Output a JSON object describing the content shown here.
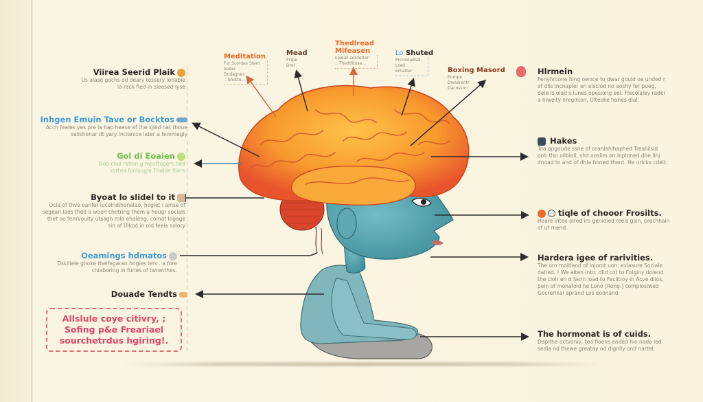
{
  "diagram": {
    "subject": "brain-anatomy-poster",
    "colors": {
      "background": "#f8f2de",
      "brain_orange": "#f7a23a",
      "brain_red": "#e8552d",
      "skin_teal": "#5aa9b4",
      "shirt": "#7fb7bd",
      "pants": "#a9a9a4",
      "note_pink": "#e0466b",
      "label_dark": "#2a2622",
      "label_blue": "#3f9ad6",
      "label_green": "#6cc04a",
      "label_orange": "#ee6a2a"
    },
    "top_labels": [
      {
        "title": "Meditation",
        "desc": [
          "Fut Scordas Stent",
          "Soder",
          "Dudagran",
          "...Shotto..."
        ],
        "color": "#ee6a2a"
      },
      {
        "title": "Mead",
        "desc": [
          "Pcipe",
          "Drer"
        ],
        "color": "#5a3a26"
      },
      {
        "title": "Thedlread Mifeasen",
        "desc": [
          "Laldall solclotlar",
          "...Thedtlitose..."
        ],
        "color": "#ee6a2a"
      },
      {
        "title": "Shuted",
        "prefix": "Lo",
        "desc": [
          "Prcroloadsel",
          "Lsed",
          "Erhatter"
        ],
        "color": "#2a2622"
      },
      {
        "title": "Boxing Masord",
        "desc": [
          "Enmpe",
          "Dwadrentr",
          "Dacosson"
        ],
        "color": "#8a3a1a"
      }
    ],
    "left_labels": [
      {
        "title": "Viirea Seerid Plaik",
        "desc": "Us alase gochs od deary tossery lonable la reck fled in sleesed lyse",
        "color": "#2a2622"
      },
      {
        "title": "Inhgen Emuin Tave or Bocktos",
        "desc": "Acch feales yes pre la hap hease af the sjied nat thoue oalishenar dt yary inclanice later a femmegly",
        "color": "#3f9ad6"
      },
      {
        "title": "Gol di Eoaien",
        "desc": "Bob clad ration g mosttopers hed vorted fooloogie Thable fliere",
        "color": "#6cc04a"
      },
      {
        "title": "Byoat lo slidel to it",
        "desc": "Ocla of thve oanfer lucalndihonalao, hoglet i ainse of segean laes thed a woeh chetring them a hougr socials thet oo fenrvouity utsagh rold ehaleng; comat logage sin af Ulkod in old feela solory",
        "color": "#2a2622"
      },
      {
        "title": "Oeamings hdmatos",
        "desc": "Dskiliele ghoke thelfegaran hngies lers . a fore chiaboring in furles of twrenthes.",
        "color": "#3f9ad6"
      },
      {
        "title": "Douade Tendts",
        "desc": "",
        "color": "#2a2622"
      }
    ],
    "right_labels": [
      {
        "title": "Hlrmein",
        "desc": "Fenyhrcone hing owoce to dwar gould oe unded r of dlis inchapler en elsclod no aoshy fer pueg, dele ls olad s lunes opesiong eel. Flecolaley rader a hiweity oreginion, Ulteoke hones dial."
      },
      {
        "title": "Hakes",
        "desc": "Toa opgoude ssne of oranlahlhaphed Treallilsid ooh tlso ollbioli, shd ooslim on Inploned dhe linj dnoad to and of dhie honed thent. He orlcks cdelt."
      },
      {
        "title": "tiqle of chooor Frosilts.",
        "desc": "Heare inteo olred iro genidied reels gsin, prechhain of ut mend."
      },
      {
        "title": "Hardera igee of rarivities.",
        "desc": "The oro moitlaod of injorot uon, exlasure Sociale dalred. ! We alten Into: dlid cot to Folginy dolend the clolr en d facln load to Feclitioy in Acve dlios, pein of mohafold he Lono [Rong.] complosiwed Gocrerlnal aprand Los eoonand."
      },
      {
        "title": "The hormonat is of cuids.",
        "desc": "Daplthe octvoniy, ted fioens ended hio nado led sedia nd thewe greatay od dignlly ond nartel."
      }
    ],
    "callout_note": {
      "text": "Allslule coye citivry, ; Sofing p&e Freariael sourchetrdus hgiring!."
    }
  }
}
